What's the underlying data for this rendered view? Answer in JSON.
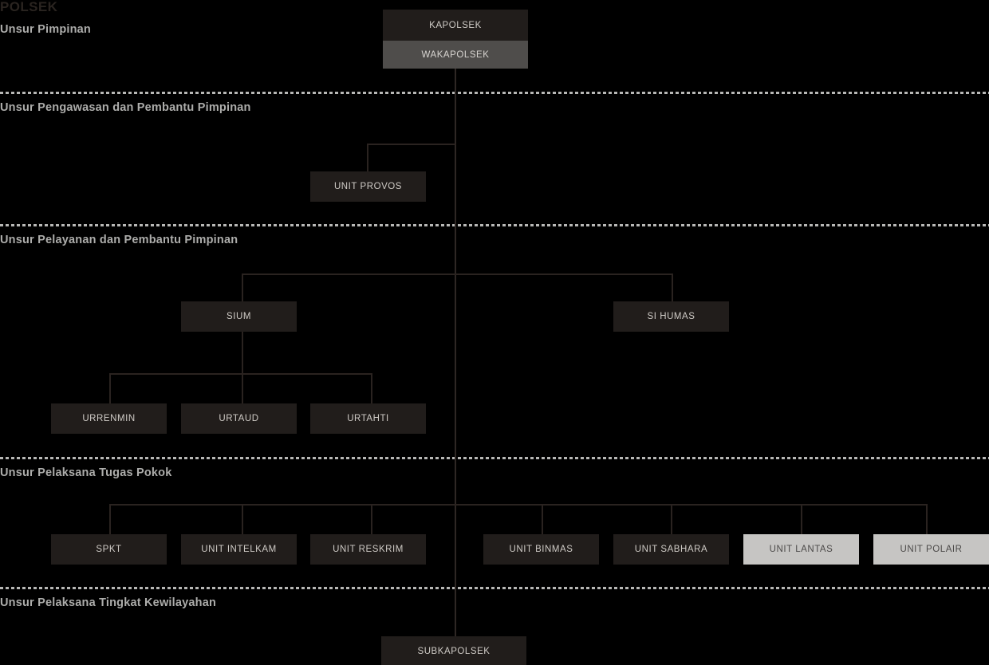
{
  "chart": {
    "title": "POLSEK",
    "sections": [
      {
        "id": "pimpinan",
        "label": "Unsur Pimpinan"
      },
      {
        "id": "pengawasan",
        "label": "Unsur Pengawasan dan Pembantu Pimpinan"
      },
      {
        "id": "pelayanan",
        "label": "Unsur Pelayanan dan Pembantu Pimpinan"
      },
      {
        "id": "tugas-pokok",
        "label": "Unsur Pelaksana Tugas Pokok"
      },
      {
        "id": "kewilayahan",
        "label": "Unsur Pelaksana Tingkat Kewilayahan"
      }
    ],
    "nodes": {
      "kapolsek": "KAPOLSEK",
      "wakapolsek": "WAKAPOLSEK",
      "unit_provos": "UNIT PROVOS",
      "sium": "SIUM",
      "si_humas": "SI HUMAS",
      "urrenmin": "URRENMIN",
      "urtaud": "URTAUD",
      "urtahti": "URTAHTI",
      "spkt": "SPKT",
      "unit_intelkam": "UNIT INTELKAM",
      "unit_reskrim": "UNIT RESKRIM",
      "unit_binmas": "UNIT BINMAS",
      "unit_sabhara": "UNIT SABHARA",
      "unit_lantas": "UNIT LANTAS",
      "unit_polair": "UNIT POLAIR",
      "subkapolsek": "SUBKAPOLSEK"
    },
    "colors": {
      "background": "#000000",
      "node_dark": "#211d1b",
      "node_mid": "#4f4d4b",
      "node_light": "#c6c5c3",
      "node_dark_text": "#cfcbc6",
      "node_light_text": "#4c4a49",
      "section_label": "#adadab",
      "title": "#2a2420",
      "connector": "#2a2320",
      "divider": "#b8b8b6"
    }
  }
}
